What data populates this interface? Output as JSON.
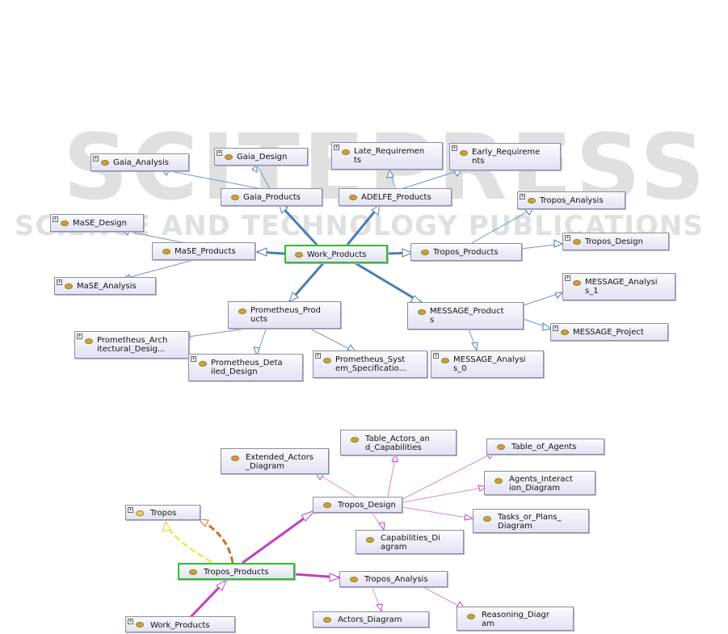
{
  "watermark": {
    "brand": "SCITEPRESS",
    "tagline": "SCIENCE AND TECHNOLOGY PUBLICATIONS"
  },
  "colors": {
    "top_edges": "#4a7fb0",
    "bottom_edges": "#c040c0",
    "selected_border": "#2ec02e",
    "orange_arc": "#d07020",
    "yellow_arc": "#e8d020"
  },
  "top_graph": {
    "nodes": {
      "gaia_analysis": "Gaia_Analysis",
      "gaia_design": "Gaia_Design",
      "late_req": "Late_Requiremen\nts",
      "early_req": "Early_Requireme\nnts",
      "gaia_products": "Gaia_Products",
      "adelfe_products": "ADELFE_Products",
      "tropos_analysis": "Tropos_Analysis",
      "mase_design": "MaSE_Design",
      "mase_products": "MaSE_Products",
      "work_products": "Work_Products",
      "tropos_products": "Tropos_Products",
      "tropos_design": "Tropos_Design",
      "mase_analysis": "MaSE_Analysis",
      "message_analysis_1": "MESSAGE_Analysi\ns_1",
      "prometheus_products": "Prometheus_Prod\nucts",
      "message_products": "MESSAGE_Product\ns",
      "message_project": "MESSAGE_Project",
      "prometheus_arch": "Prometheus_Arch\nitectural_Desig...",
      "prometheus_detailed": "Prometheus_Deta\niled_Design",
      "prometheus_system": "Prometheus_Syst\nem_Specificatio...",
      "message_analysis_0": "MESSAGE_Analysi\ns_0"
    }
  },
  "bottom_graph": {
    "nodes": {
      "table_actors": "Table_Actors_an\nd_Capabilities",
      "extended_actors": "Extended_Actors\n_Diagram",
      "table_agents": "Table_of_Agents",
      "agents_interaction": "Agents_Interact\nion_Diagram",
      "tropos": "Tropos",
      "tropos_design": "Tropos_Design",
      "tasks_plans": "Tasks_or_Plans_\nDiagram",
      "capabilities": "Capabilities_Di\nagram",
      "tropos_products": "Tropos_Products",
      "tropos_analysis": "Tropos_Analysis",
      "reasoning": "Reasoning_Diagr\nam",
      "actors_diagram": "Actors_Diagram",
      "work_products": "Work_Products"
    }
  }
}
